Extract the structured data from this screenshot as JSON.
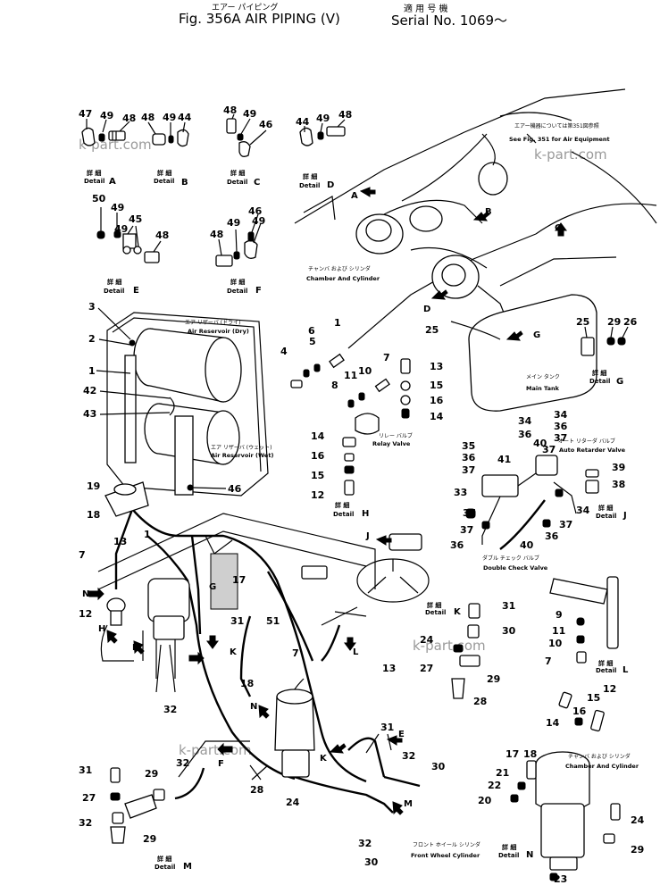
{
  "header": {
    "title_jp": "エアー パイピング",
    "title_en": "Fig. 356A   AIR  PIPING (V)",
    "serial_jp": "適 用 号 機",
    "serial_en": "Serial No. 1069～"
  },
  "watermark": "k-part.com",
  "detail_word": "Detail",
  "detail_jp": "詳 細",
  "captions": {
    "see_fig_jp": "エアー機器については第351図参照",
    "see_fig_en": "See Fig. 351 for Air Equipment",
    "chamber_jp": "チャンバ および シリンダ",
    "chamber_en": "Chamber And Cylinder",
    "reservoir_dry_jp": "エア リザーバ (ドライ)",
    "reservoir_dry_en": "Air Reservoir (Dry)",
    "reservoir_wet_jp": "エア リザーバ (ウェット)",
    "reservoir_wet_en": "Air Reservoir (Wet)",
    "relay_jp": "リレー バルブ",
    "relay_en": "Relay Valve",
    "main_tank_jp": "メイン タンク",
    "main_tank_en": "Main Tank",
    "retarder_jp": "オート リターダ バルブ",
    "retarder_en": "Auto Retarder Valve",
    "double_check_jp": "ダブル チェック バルブ",
    "double_check_en": "Double Check Valve",
    "front_wheel_jp": "フロント ホイール シリンダ",
    "front_wheel_en": "Front Wheel Cylinder"
  },
  "detail_letters": {
    "A": "A",
    "B": "B",
    "C": "C",
    "D": "D",
    "E": "E",
    "F": "F",
    "G": "G",
    "H": "H",
    "J": "J",
    "K": "K",
    "L": "L",
    "M": "M",
    "N": "N"
  },
  "part_numbers": [
    "1",
    "2",
    "3",
    "4",
    "5",
    "6",
    "7",
    "8",
    "9",
    "10",
    "11",
    "12",
    "13",
    "14",
    "15",
    "16",
    "17",
    "18",
    "19",
    "20",
    "21",
    "22",
    "23",
    "24",
    "25",
    "26",
    "27",
    "28",
    "29",
    "30",
    "31",
    "32",
    "33",
    "34",
    "35",
    "36",
    "37",
    "38",
    "39",
    "40",
    "41",
    "42",
    "43",
    "44",
    "45",
    "46",
    "47",
    "48",
    "49",
    "50",
    "51"
  ]
}
